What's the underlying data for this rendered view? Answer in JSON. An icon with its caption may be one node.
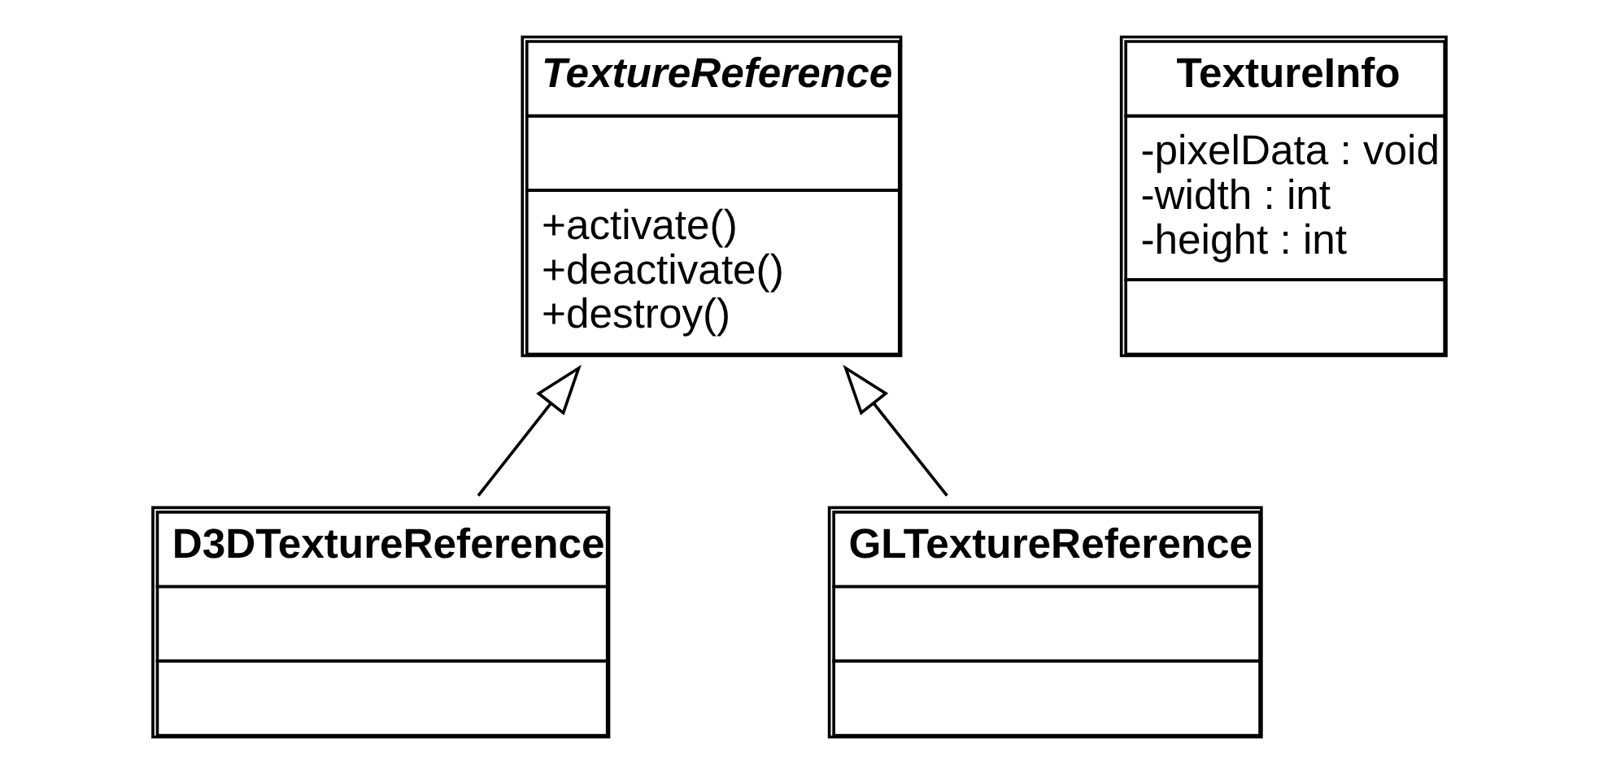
{
  "diagram": {
    "nodes": [
      {
        "text": [
          "TextureReference",
          "+activate()",
          "+deactivate()",
          "+destroy()"
        ]
      },
      {
        "text": [
          "TextureInfo",
          "-pixelData : void",
          "-width : int",
          "-height : int"
        ]
      },
      {
        "text": [
          "D3DTextureReference"
        ]
      },
      {
        "text": [
          "GLTextureReference"
        ]
      }
    ],
    "edges": [
      {
        "from": 2,
        "to": 0,
        "arrow": "to"
      },
      {
        "from": 3,
        "to": 0,
        "arrow": "to"
      }
    ]
  }
}
